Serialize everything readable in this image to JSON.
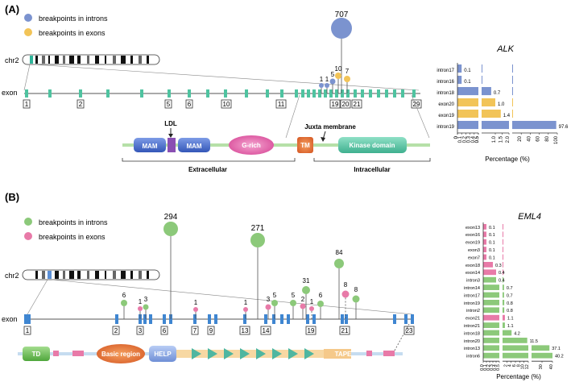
{
  "panelA": {
    "label": "(A)",
    "legend": [
      {
        "text": "breakpoints in introns",
        "color": "#7b93cf"
      },
      {
        "text": "breakpoints in exons",
        "color": "#f2c458"
      }
    ],
    "chromosome": "chr2",
    "exon_word": "exon",
    "gene": "ALK",
    "exon_boxes": [
      "1",
      "2",
      "5",
      "6",
      "10",
      "11",
      "19",
      "20",
      "21",
      "29"
    ],
    "lollipops": [
      {
        "label": "707",
        "color": "#7b93cf"
      },
      {
        "label": "1",
        "color": "#7b93cf"
      },
      {
        "label": "1",
        "color": "#7b93cf"
      },
      {
        "label": "5",
        "color": "#7b93cf"
      },
      {
        "label": "10",
        "color": "#f2c458"
      },
      {
        "label": "7",
        "color": "#f2c458"
      }
    ],
    "domains": [
      {
        "label": "MAM",
        "color": "#4a6fc9"
      },
      {
        "label": "LDL",
        "color": "#8a4fb3"
      },
      {
        "label": "MAM",
        "color": "#4a6fc9"
      },
      {
        "label": "G-rich",
        "color": "#e57ab4"
      },
      {
        "label": "TM",
        "color": "#e07a3c"
      },
      {
        "label": "Kinase domain",
        "color": "#5cc9a7"
      }
    ],
    "juxta_label": "Juxta membrane",
    "regions": [
      "Extracellular",
      "Intracellular"
    ]
  },
  "panelB": {
    "label": "(B)",
    "legend": [
      {
        "text": "breakpoints in introns",
        "color": "#8cc97a"
      },
      {
        "text": "breakpoints in exons",
        "color": "#e87aa8"
      }
    ],
    "chromosome": "chr2",
    "exon_word": "exon",
    "gene": "EML4",
    "exon_boxes": [
      "1",
      "2",
      "3",
      "6",
      "7",
      "9",
      "13",
      "14",
      "19",
      "21",
      "23"
    ],
    "lollipops": [
      {
        "label": "6",
        "color": "#8cc97a"
      },
      {
        "label": "1",
        "color": "#e87aa8"
      },
      {
        "label": "3",
        "color": "#8cc97a"
      },
      {
        "label": "294",
        "color": "#8cc97a"
      },
      {
        "label": "1",
        "color": "#e87aa8"
      },
      {
        "label": "1",
        "color": "#e87aa8"
      },
      {
        "label": "271",
        "color": "#8cc97a"
      },
      {
        "label": "3",
        "color": "#e87aa8"
      },
      {
        "label": "5",
        "color": "#8cc97a"
      },
      {
        "label": "2",
        "color": "#e87aa8"
      },
      {
        "label": "5",
        "color": "#8cc97a"
      },
      {
        "label": "31",
        "color": "#8cc97a"
      },
      {
        "label": "1",
        "color": "#e87aa8"
      },
      {
        "label": "6",
        "color": "#8cc97a"
      },
      {
        "label": "84",
        "color": "#8cc97a"
      },
      {
        "label": "8",
        "color": "#e87aa8"
      },
      {
        "label": "8",
        "color": "#8cc97a"
      }
    ],
    "domains": [
      {
        "label": "TD",
        "color": "#6cbf5a"
      },
      {
        "label": "Basic region",
        "color": "#e8773c"
      },
      {
        "label": "HELP",
        "color": "#8fa8e0"
      },
      {
        "label": "TAPE",
        "color": "#f5c98a"
      }
    ]
  },
  "chart_data": [
    {
      "type": "bar",
      "orientation": "horizontal",
      "title": "ALK",
      "xlabel": "Percentage (%)",
      "x_axis_break": true,
      "x_ticks_left": [
        "0",
        "0.1",
        "0.2",
        "0.3",
        "0.4",
        "0.5"
      ],
      "x_ticks_mid": [
        "0",
        "0.5",
        "1.0",
        "1.5",
        "2.0"
      ],
      "x_ticks_right": [
        "20",
        "40",
        "60",
        "80",
        "100"
      ],
      "categories": [
        "intron17",
        "intron16",
        "intron18",
        "exon20",
        "exon19",
        "intron19"
      ],
      "values": [
        0.1,
        0.1,
        0.7,
        1.0,
        1.4,
        97.6
      ],
      "value_labels": [
        "0.1",
        "0.1",
        "0.7",
        "1.0",
        "1.4",
        "97.6"
      ],
      "colors": [
        "#7b93cf",
        "#7b93cf",
        "#7b93cf",
        "#f2c458",
        "#f2c458",
        "#7b93cf"
      ],
      "legend_colors": {
        "intron": "#7b93cf",
        "exon": "#f2c458"
      }
    },
    {
      "type": "bar",
      "orientation": "horizontal",
      "title": "EML4",
      "xlabel": "Percentage (%)",
      "x_axis_break": true,
      "x_ticks_left": [
        "0.0",
        "0.1",
        "0.2",
        "0.3",
        "0.4",
        "0.5"
      ],
      "x_ticks_mid": [
        "2",
        "4",
        "6",
        "8",
        "10",
        "12"
      ],
      "x_ticks_right": [
        "30",
        "40"
      ],
      "categories": [
        "exon13",
        "exon16",
        "exon19",
        "exon3",
        "exon7",
        "exon18",
        "exon14",
        "intron3",
        "intron14",
        "intron17",
        "intron19",
        "intron2",
        "exon21",
        "intron21",
        "intron18",
        "intron20",
        "intron13",
        "intron6"
      ],
      "values": [
        0.1,
        0.1,
        0.1,
        0.1,
        0.1,
        0.3,
        0.4,
        0.4,
        0.7,
        0.7,
        0.8,
        0.8,
        1.1,
        1.1,
        4.2,
        11.5,
        37.1,
        40.2
      ],
      "value_labels": [
        "0.1",
        "0.1",
        "0.1",
        "0.1",
        "0.1",
        "0.3",
        "0.4",
        "0.4",
        "0.7",
        "0.7",
        "0.8",
        "0.8",
        "1.1",
        "1.1",
        "4.2",
        "11.5",
        "37.1",
        "40.2"
      ],
      "colors": [
        "#e87aa8",
        "#e87aa8",
        "#e87aa8",
        "#e87aa8",
        "#e87aa8",
        "#e87aa8",
        "#e87aa8",
        "#8cc97a",
        "#8cc97a",
        "#8cc97a",
        "#8cc97a",
        "#8cc97a",
        "#e87aa8",
        "#8cc97a",
        "#8cc97a",
        "#8cc97a",
        "#8cc97a",
        "#8cc97a"
      ]
    }
  ]
}
